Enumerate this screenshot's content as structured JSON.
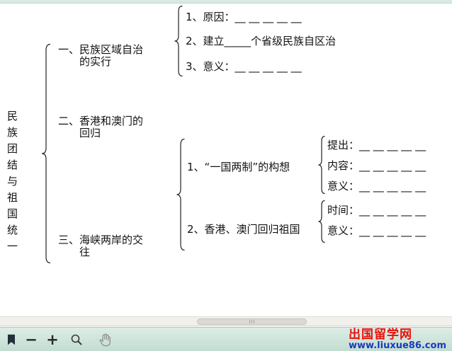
{
  "document": {
    "root_title": "民族团结与祖国统一",
    "level1_items": [
      {
        "line1": "一、民族区域自治",
        "line2": "的实行"
      },
      {
        "line1": "二、香港和澳门的",
        "line2": "回归"
      },
      {
        "line1": "三、海峡两岸的交",
        "line2": "往"
      }
    ],
    "autonomy_branch": {
      "reason": "1、原因：__ __ __ __ __",
      "establish": "2、建立_____个省级民族自区治",
      "meaning": "3、意义：__ __ __ __ __"
    },
    "reunification_branch": {
      "concept": "1、“一国两制”的构想",
      "return": "2、香港、澳门回归祖国"
    },
    "concept_details": {
      "proposed": "提出：__ __ __ __ __",
      "content": "内容：__ __ __ __ __",
      "meaning": "意义：__ __ __ __ __"
    },
    "return_details": {
      "time": "时间：__ __ __ __ __",
      "meaning": "意义：__ __ __ __ __"
    }
  },
  "toolbar": {
    "minus_label": "−",
    "plus_label": "+"
  },
  "branding": {
    "site_name": "出国留学网",
    "site_url": "www.liuxue86.com"
  },
  "colors": {
    "site_name_red": "#e8120c",
    "site_url_blue": "#1c39bb",
    "toolbar_bg": "#cfe6dd",
    "text_black": "#121212"
  }
}
